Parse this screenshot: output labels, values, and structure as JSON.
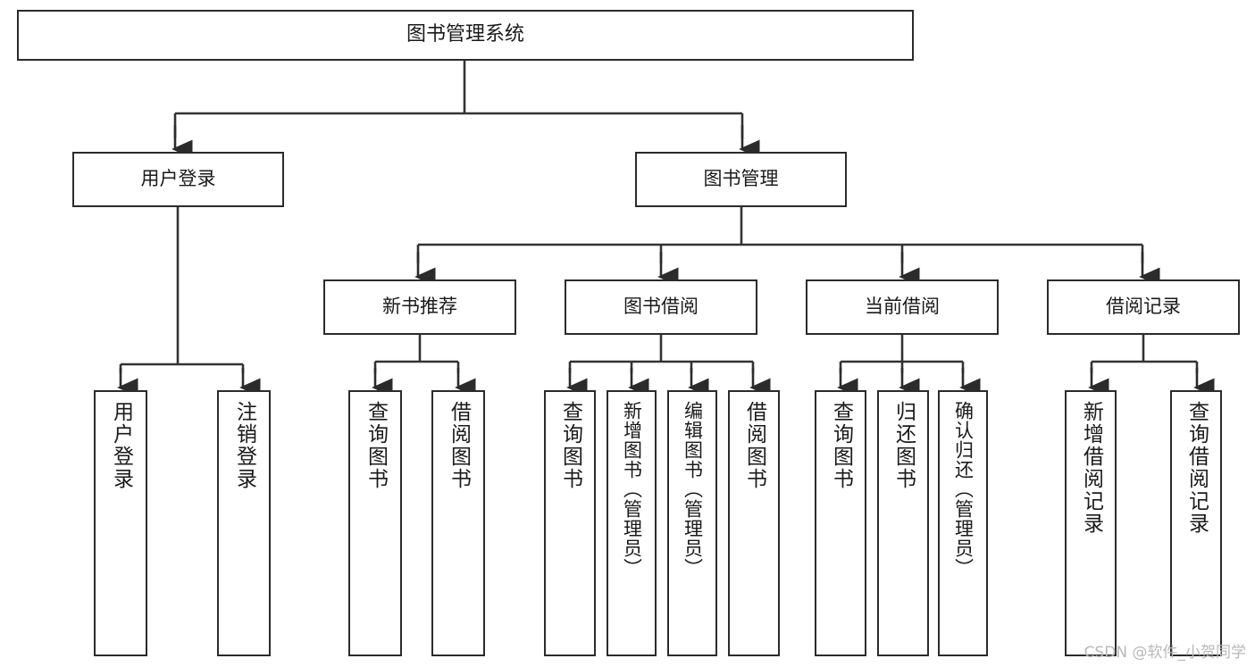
{
  "diagram": {
    "title": "图书管理系统",
    "type": "tree",
    "watermark": "CSDN @软件_小贺同学",
    "colors": {
      "box_border": "#2b2b2b",
      "box_fill": "#ffffff",
      "line": "#333333",
      "text": "#1a1a1a",
      "watermark": "#b9b9b9"
    },
    "root": {
      "label": "图书管理系统"
    },
    "level1": [
      {
        "label": "用户登录"
      },
      {
        "label": "图书管理"
      }
    ],
    "level2": [
      {
        "label": "新书推荐"
      },
      {
        "label": "图书借阅"
      },
      {
        "label": "当前借阅"
      },
      {
        "label": "借阅记录"
      }
    ],
    "leaves": {
      "user_login": [
        {
          "label": "用户登录"
        },
        {
          "label": "注销登录"
        }
      ],
      "new_book": [
        {
          "label": "查询图书"
        },
        {
          "label": "借阅图书"
        }
      ],
      "book_borrow": [
        {
          "label": "查询图书"
        },
        {
          "label": "新增图书（管理员）"
        },
        {
          "label": "编辑图书（管理员）"
        },
        {
          "label": "借阅图书"
        }
      ],
      "current_borrow": [
        {
          "label": "查询图书"
        },
        {
          "label": "归还图书"
        },
        {
          "label": "确认归还（管理员）"
        }
      ],
      "borrow_record": [
        {
          "label": "新增借阅记录"
        },
        {
          "label": "查询借阅记录"
        }
      ]
    }
  }
}
